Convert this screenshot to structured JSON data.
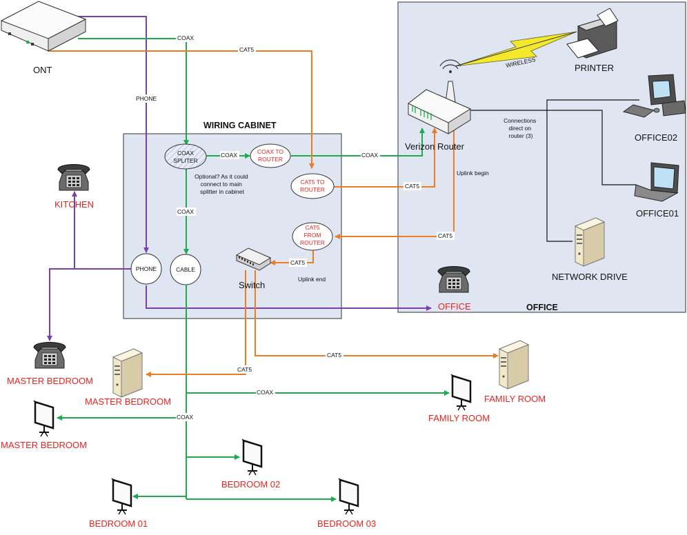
{
  "areas": {
    "wiring_cabinet": "WIRING CABINET",
    "office": "OFFICE"
  },
  "devices": {
    "ont": "ONT",
    "printer": "PRINTER",
    "verizon_router": "Verizon Router",
    "office02": "OFFICE02",
    "office01": "OFFICE01",
    "network_drive": "NETWORK DRIVE",
    "switch": "Switch",
    "office_phone": "OFFICE",
    "kitchen": "KITCHEN",
    "master_bedroom_phone": "MASTER BEDROOM",
    "master_bedroom_pc": "MASTER BEDROOM",
    "master_bedroom_tv": "MASTER BEDROOM",
    "family_room_pc": "FAMILY ROOM",
    "family_room_tv": "FAMILY ROOM",
    "bedroom01": "BEDROOM 01",
    "bedroom02": "BEDROOM 02",
    "bedroom03": "BEDROOM 03"
  },
  "nodes": {
    "coax_splitter": [
      "COAX",
      "SPLITER"
    ],
    "coax_to_router": [
      "COAX TO",
      "ROUTER"
    ],
    "cat5_to_router": [
      "CAT5 TO",
      "ROUTER"
    ],
    "cat5_from_router": [
      "CAT5",
      "FROM",
      "ROUTER"
    ],
    "phone": "PHONE",
    "cable": "CABLE"
  },
  "notes": {
    "optional": [
      "Optional? As it could",
      "connect to main",
      "splitter in cabinet"
    ],
    "connections": [
      "Connections",
      "direct on",
      "router (3)"
    ],
    "uplink_begin": "Uplink begin",
    "uplink_end": "Uplink end"
  },
  "wire_labels": {
    "coax_top": "COAX",
    "cat5_top": "CAT5",
    "phone": "PHONE",
    "wireless": "WIRELESS",
    "coax_splitter_router": "COAX",
    "coax_router": "COAX",
    "coax_cable": "COAX",
    "cat5_router_in": "CAT5",
    "cat5_router_out": "CAT5",
    "cat5_switch": "CAT5",
    "cat5_family": "CAT5",
    "cat5_master": "CAT5",
    "coax_family": "COAX",
    "coax_master": "COAX"
  },
  "colors": {
    "coax": "#1aab4a",
    "cat5": "#ee7b22",
    "phone": "#7a3fae",
    "room_label": "#e8231f",
    "box_fill": "#dfe6f1"
  }
}
